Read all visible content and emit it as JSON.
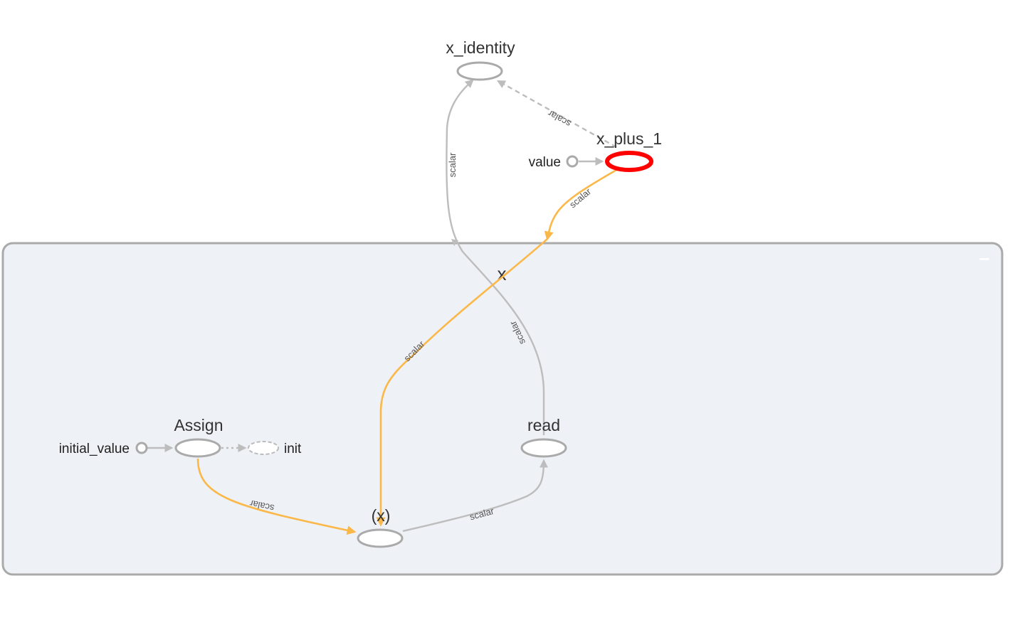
{
  "group": {
    "name": "x",
    "collapse_symbol": "−"
  },
  "nodes": {
    "x_identity": "x_identity",
    "x_plus_1": "x_plus_1",
    "value": "value",
    "assign": "Assign",
    "initial_value": "initial_value",
    "init": "init",
    "read": "read",
    "var": "(x)"
  },
  "edges": {
    "plus_to_identity": "scalar",
    "read_to_identity": "scalar",
    "plus_to_group": "scalar",
    "group_to_var": "scalar",
    "read_up": "scalar",
    "assign_to_var": "scalar",
    "var_to_read": "scalar"
  },
  "colors": {
    "selected": "#ff0000",
    "ref_edge": "#fbb848",
    "edge": "#bdbdbd",
    "group_fill": "#eef1f6",
    "group_stroke": "#aaaaaa"
  }
}
